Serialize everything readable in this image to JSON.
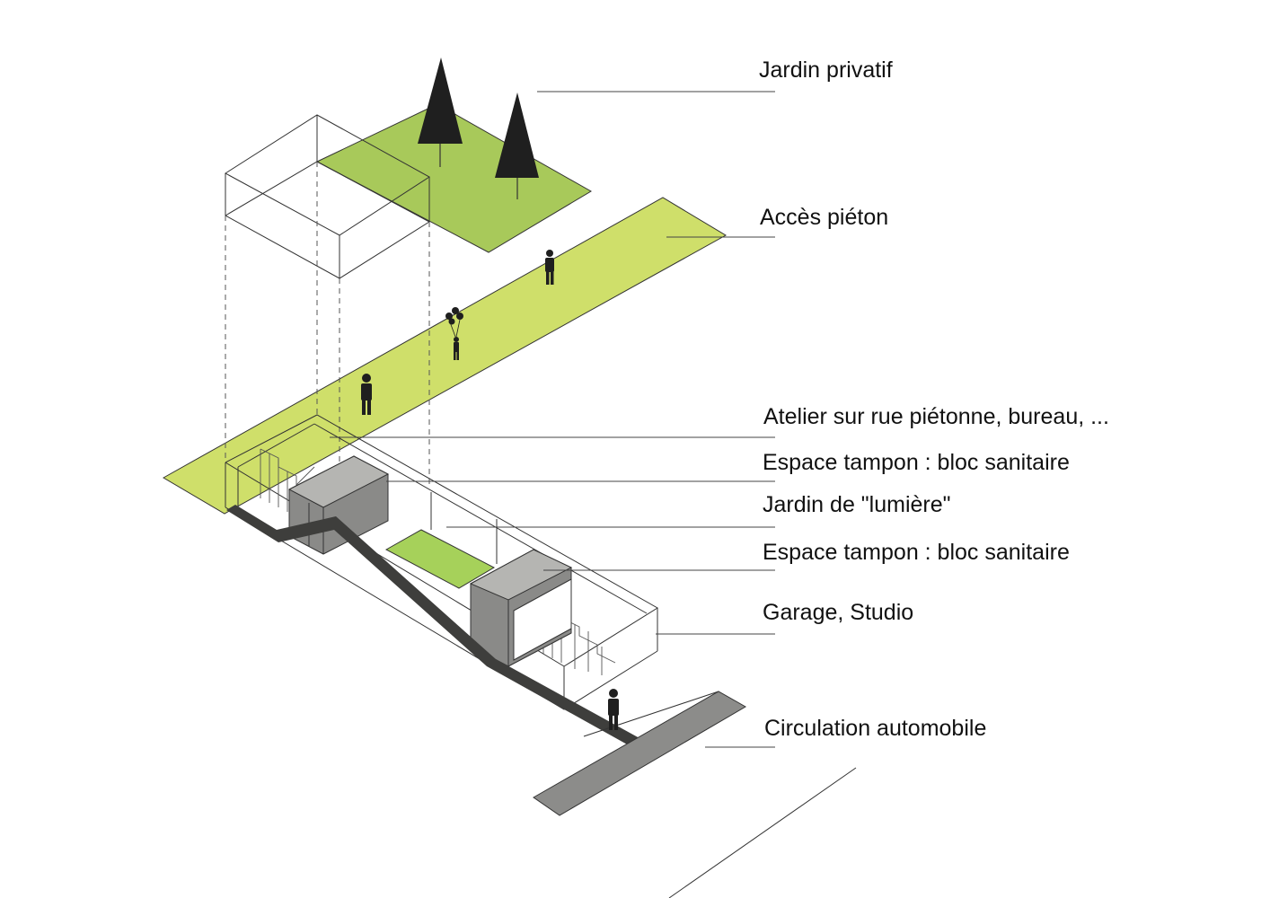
{
  "labels": {
    "jardin_privatif": "Jardin privatif",
    "acces_pieton": "Accès piéton",
    "atelier": "Atelier sur rue piétonne, bureau, ...",
    "espace_tampon_1": "Espace tampon : bloc sanitaire",
    "jardin_lumiere": "Jardin de \"lumière\"",
    "espace_tampon_2": "Espace tampon : bloc sanitaire",
    "garage_studio": "Garage, Studio",
    "circulation_automobile": "Circulation automobile"
  },
  "colors": {
    "garden_green": "#a8c95a",
    "path_green": "#cfdf6a",
    "light_garden": "#a6d15a",
    "block_gray": "#8a8a88",
    "road_gray": "#8c8c8a",
    "ramp_dark": "#3e3e3c",
    "ink": "#1f1f1f",
    "line": "#333333"
  },
  "icons": [
    "tree-icon",
    "person-icon",
    "balloon-icon"
  ]
}
